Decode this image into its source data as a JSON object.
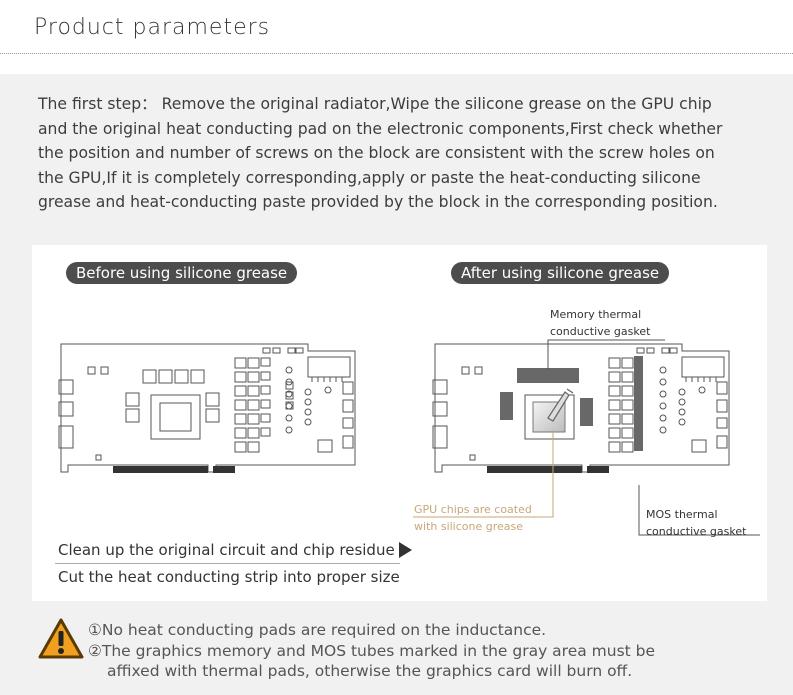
{
  "header": {
    "title": "Product parameters"
  },
  "description": [
    "The first step： Remove the original radiator,Wipe the silicone grease on the GPU chip",
    "and the original heat conducting pad on the electronic components,First check whether",
    "the position and number of screws on the block are consistent with the screw holes on",
    "the GPU,If it is completely corresponding,apply or paste the heat-conducting silicone",
    "grease and heat-conducting paste provided by the block in the corresponding position."
  ],
  "before": {
    "title": "Before using silicone grease"
  },
  "after": {
    "title": "After using silicone grease",
    "memory_label": [
      "Memory thermal",
      "conductive gasket"
    ],
    "gpu_label": [
      "GPU chips are coated",
      "with silicone grease"
    ],
    "mos_label": [
      "MOS thermal",
      "conductive gasket"
    ]
  },
  "steps": [
    "Clean up the original circuit and chip residue",
    "Cut the heat conducting strip into proper size"
  ],
  "notes": [
    "①No heat conducting pads are required on the inductance.",
    "②The graphics memory and MOS tubes marked in the gray area must be",
    "affixed with thermal pads, otherwise the graphics card will burn off."
  ],
  "colors": {
    "gray_area": "#686868",
    "gold": "#c7a77a",
    "warning": "#f0a020",
    "pill": "#4d4d4d"
  }
}
